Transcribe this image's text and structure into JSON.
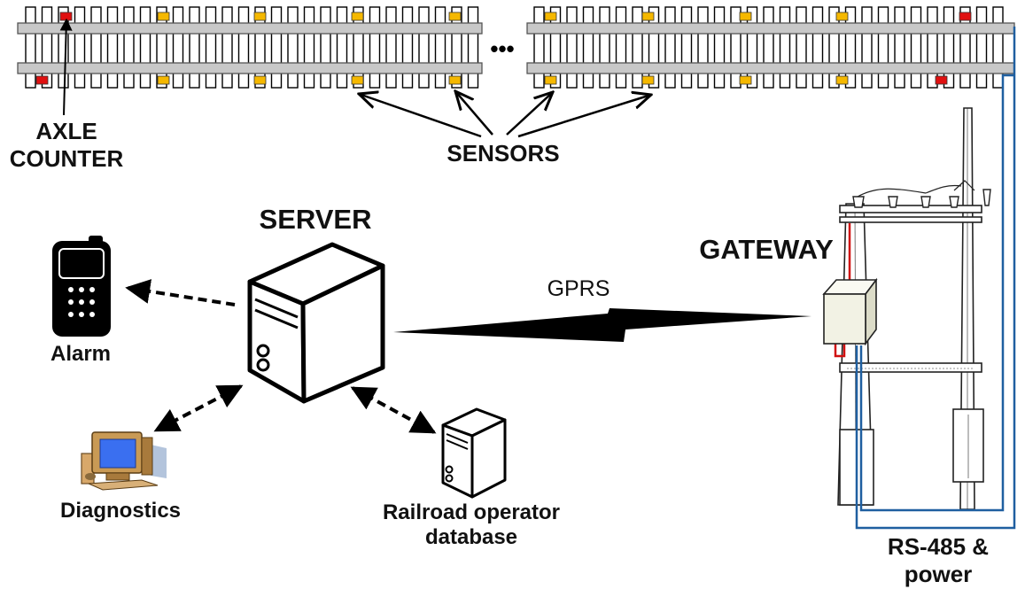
{
  "labels": {
    "axle_counter": [
      "AXLE",
      "COUNTER"
    ],
    "sensors": "SENSORS",
    "server": "SERVER",
    "gateway": "GATEWAY",
    "gprs": "GPRS",
    "alarm": "Alarm",
    "diagnostics": "Diagnostics",
    "railroad_db": [
      "Railroad operator",
      "database"
    ],
    "rs485": [
      "RS-485 &",
      "power"
    ]
  },
  "ellipsis": "•••",
  "colors": {
    "rail": "#c8c8c8",
    "sensor": "#f5b800",
    "axle_counter": "#e01010",
    "cable": "#1f5fa0",
    "power_wire": "#d01010",
    "gateway_box": "#f2f2e4",
    "monitor_screen": "#3a6ff0"
  }
}
